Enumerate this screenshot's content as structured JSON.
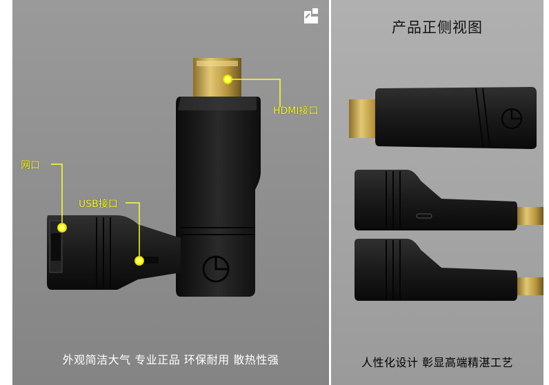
{
  "left_panel": {
    "callouts": {
      "hdmi": "HDMI接口",
      "lan": "网口",
      "usb": "USB接口"
    },
    "caption": "外观简洁大气  专业正品  环保耐用  散热性强"
  },
  "right_panel": {
    "title": "产品正侧视图",
    "caption": "人性化设计  彰显高端精湛工艺"
  },
  "colors": {
    "callout": "#ffff33",
    "device_body": "#141414",
    "hdmi_plug": "#c9a95a"
  },
  "icons": [
    "brand-logo-icon"
  ]
}
